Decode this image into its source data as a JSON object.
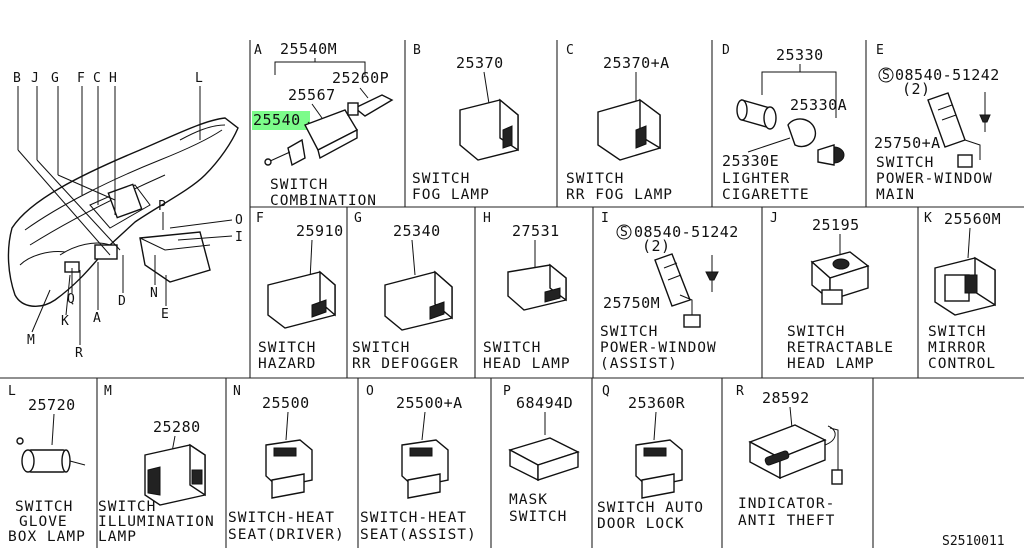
{
  "overview": {
    "callouts": [
      "B",
      "J",
      "G",
      "F",
      "C",
      "H",
      "L",
      "O",
      "P",
      "I",
      "N",
      "E",
      "D",
      "A",
      "K",
      "Q",
      "R",
      "M"
    ]
  },
  "panels": [
    {
      "letter": "A",
      "part_numbers": [
        "25540M",
        "25260P",
        "25567",
        "25540"
      ],
      "highlight": "25540",
      "caption": [
        "SWITCH",
        "COMBINATION"
      ]
    },
    {
      "letter": "B",
      "part_numbers": [
        "25370"
      ],
      "caption": [
        "SWITCH",
        "FOG LAMP"
      ]
    },
    {
      "letter": "C",
      "part_numbers": [
        "25370+A"
      ],
      "caption": [
        "SWITCH",
        "RR FOG LAMP"
      ]
    },
    {
      "letter": "D",
      "part_numbers": [
        "25330",
        "25330A",
        "25330E"
      ],
      "caption": [
        "LIGHTER",
        "CIGARETTE"
      ]
    },
    {
      "letter": "E",
      "part_numbers": [
        "08540-51242",
        "(2)",
        "25750+A"
      ],
      "caption": [
        "SWITCH",
        "POWER-WINDOW",
        "MAIN"
      ]
    },
    {
      "letter": "F",
      "part_numbers": [
        "25910"
      ],
      "caption": [
        "SWITCH",
        "HAZARD"
      ]
    },
    {
      "letter": "G",
      "part_numbers": [
        "25340"
      ],
      "caption": [
        "SWITCH",
        "RR DEFOGGER"
      ]
    },
    {
      "letter": "H",
      "part_numbers": [
        "27531"
      ],
      "caption": [
        "SWITCH",
        "HEAD LAMP"
      ]
    },
    {
      "letter": "I",
      "part_numbers": [
        "08540-51242",
        "(2)",
        "25750M"
      ],
      "caption": [
        "SWITCH",
        "POWER-WINDOW",
        "(ASSIST)"
      ]
    },
    {
      "letter": "J",
      "part_numbers": [
        "25195"
      ],
      "caption": [
        "SWITCH",
        "RETRACTABLE",
        "HEAD LAMP"
      ]
    },
    {
      "letter": "K",
      "part_numbers": [
        "25560M"
      ],
      "caption": [
        "SWITCH",
        "MIRROR",
        "CONTROL"
      ]
    },
    {
      "letter": "L",
      "part_numbers": [
        "25720"
      ],
      "caption": [
        "SWITCH",
        "GLOVE",
        "BOX LAMP"
      ]
    },
    {
      "letter": "M",
      "part_numbers": [
        "25280"
      ],
      "caption": [
        "SWITCH",
        "ILLUMINATION",
        "LAMP"
      ]
    },
    {
      "letter": "N",
      "part_numbers": [
        "25500"
      ],
      "caption": [
        "SWITCH-HEAT",
        "SEAT(DRIVER)"
      ]
    },
    {
      "letter": "O",
      "part_numbers": [
        "25500+A"
      ],
      "caption": [
        "SWITCH-HEAT",
        "SEAT(ASSIST)"
      ]
    },
    {
      "letter": "P",
      "part_numbers": [
        "68494D"
      ],
      "caption": [
        "MASK",
        "SWITCH"
      ]
    },
    {
      "letter": "Q",
      "part_numbers": [
        "25360R"
      ],
      "caption": [
        "SWITCH AUTO",
        "DOOR LOCK"
      ]
    },
    {
      "letter": "R",
      "part_numbers": [
        "28592"
      ],
      "caption": [
        "INDICATOR-",
        "ANTI THEFT"
      ]
    }
  ],
  "screw_symbol": "S",
  "diagram_id": "S2510011",
  "colors": {
    "line": "#111111",
    "highlight": "#7CFC8A",
    "background": "#ffffff"
  }
}
